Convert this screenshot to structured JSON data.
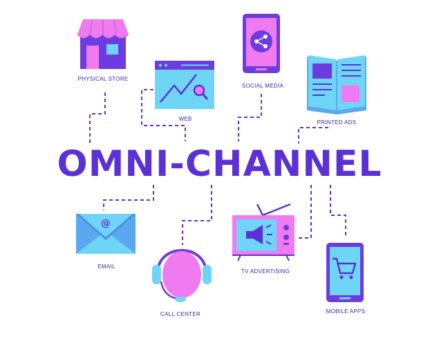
{
  "title": "OMNI-CHANNEL",
  "channels": {
    "physical_store": "PHYSICAL STORE",
    "web": "WEB",
    "social_media": "SOCIAL MEDIA",
    "printed_ads": "PRINTED ADS",
    "email": "EMAIL",
    "call_center": "CALL CENTER",
    "tv_advertising": "TV ADVERTISING",
    "mobile_apps": "MOBILE APPS"
  },
  "colors": {
    "purple": "#5b31d6",
    "pink": "#f07bf0",
    "cyan": "#6fd5f6",
    "blue": "#5aa8f0",
    "connector": "#5b31d6"
  },
  "icons": [
    "store-icon",
    "web-icon",
    "share-icon",
    "newspaper-icon",
    "mail-icon",
    "headset-icon",
    "tv-icon",
    "cart-icon"
  ]
}
